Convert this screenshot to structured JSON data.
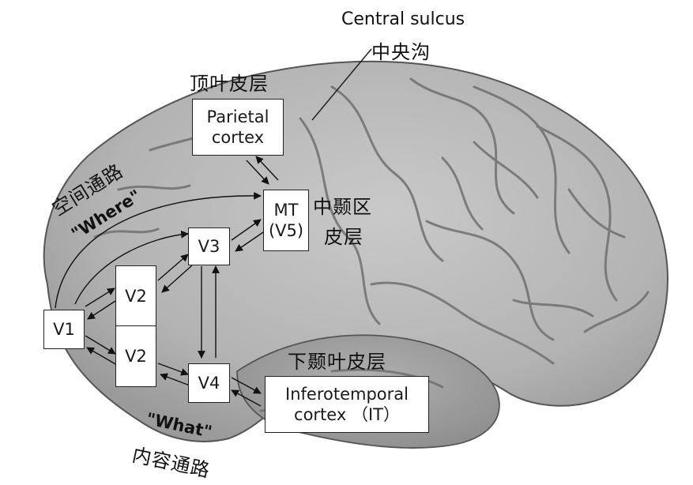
{
  "labels": {
    "central_sulcus_en": "Central sulcus",
    "central_sulcus_zh": "中央沟",
    "parietal_zh": "顶叶皮层",
    "mt_zh_1": "中颞区",
    "mt_zh_2": "皮层",
    "it_zh": "下颞叶皮层",
    "where_zh": "空间通路",
    "where_en": "\"Where\"",
    "what_en": "\"What\"",
    "what_zh": "内容通路"
  },
  "boxes": {
    "parietal": [
      "Parietal",
      "cortex"
    ],
    "mt": [
      "MT",
      "(V5)"
    ],
    "v1": "V1",
    "v2_upper": "V2",
    "v2_lower": "V2",
    "v3": "V3",
    "v4": "V4",
    "it": [
      "Inferotemporal",
      "cortex （IT）"
    ]
  },
  "colors": {
    "brain_fill": "#b7b7b7",
    "brain_shadow": "#8e8e8e",
    "sulci": "#6f6f6f",
    "box_border": "#222222",
    "arrow": "#111111"
  }
}
